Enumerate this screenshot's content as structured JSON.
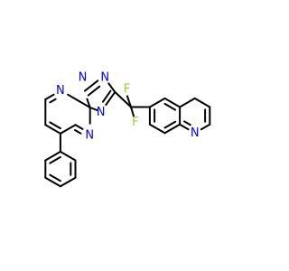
{
  "molecule": {
    "atom_labels": {
      "n_pyrimidine": "N",
      "n_triazole_top_left": "N",
      "n_triazole_top_right": "N",
      "n_triazole_bridge": "N",
      "n_triazine_lower": "N",
      "f_left": "F",
      "f_right": "F",
      "n_quinoline": "N"
    },
    "colors": {
      "nitrogen": "#0000ff",
      "fluorine": "#9acd32",
      "bond": "#000000"
    }
  }
}
